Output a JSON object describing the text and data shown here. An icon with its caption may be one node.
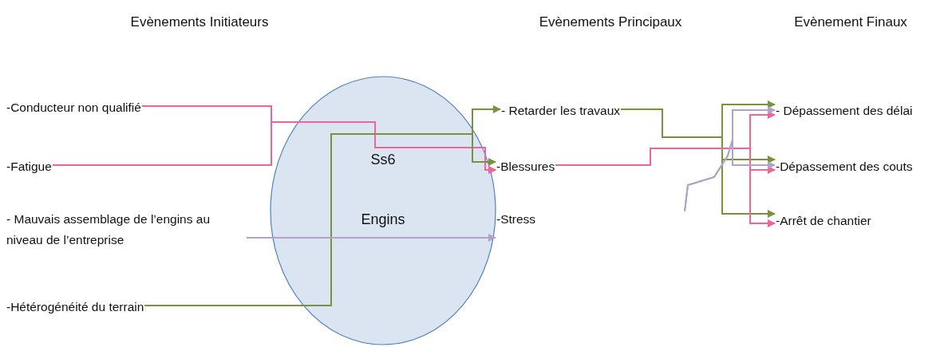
{
  "diagram": {
    "nodes": [
      {
        "text": [
          "-Conducteur non qualifié"
        ]
      },
      {
        "text": [
          "-Fatigue"
        ]
      },
      {
        "text": [
          "- Mauvais assemblage de l’engins au niveau de l’entreprise"
        ]
      },
      {
        "text": [
          "-Hétérogénéité du terrain"
        ]
      },
      {
        "text": [
          "- Retarder les travaux"
        ]
      },
      {
        "text": [
          "-Blessures"
        ]
      },
      {
        "text": [
          "-Stress"
        ]
      },
      {
        "text": [
          "- Dépassement des délai"
        ]
      },
      {
        "text": [
          "-Dépassement des couts"
        ]
      },
      {
        "text": [
          "-Arrêt de chantier"
        ]
      }
    ],
    "edges": [
      {
        "from": 0,
        "to": 5,
        "arrow": "to",
        "color": "#f0649a"
      },
      {
        "from": 1,
        "to": 5,
        "arrow": "to",
        "color": "#f0649a"
      },
      {
        "from": 3,
        "to": 4,
        "arrow": "to",
        "color": "#77933c"
      },
      {
        "from": 3,
        "to": 5,
        "arrow": "to",
        "color": "#77933c"
      },
      {
        "from": 2,
        "to": 6,
        "arrow": "to",
        "color": "#b3a2c7"
      },
      {
        "from": 4,
        "to": 7,
        "arrow": "to",
        "color": "#77933c"
      },
      {
        "from": 4,
        "to": 8,
        "arrow": "to",
        "color": "#77933c"
      },
      {
        "from": 4,
        "to": 9,
        "arrow": "to",
        "color": "#77933c"
      },
      {
        "from": 5,
        "to": 7,
        "arrow": "to",
        "color": "#f0649a"
      },
      {
        "from": 5,
        "to": 8,
        "arrow": "to",
        "color": "#f0649a"
      },
      {
        "from": 5,
        "to": 9,
        "arrow": "to",
        "color": "#f0649a"
      },
      {
        "from": null,
        "to": 7,
        "arrow": "to",
        "color": "#b3a2c7"
      },
      {
        "from": null,
        "to": 8,
        "arrow": "to",
        "color": "#b3a2c7"
      }
    ],
    "labels": [
      "Evènements Initiateurs",
      "Evènements Principaux",
      "Evènement Finaux",
      "Ss6",
      "Engins"
    ]
  }
}
